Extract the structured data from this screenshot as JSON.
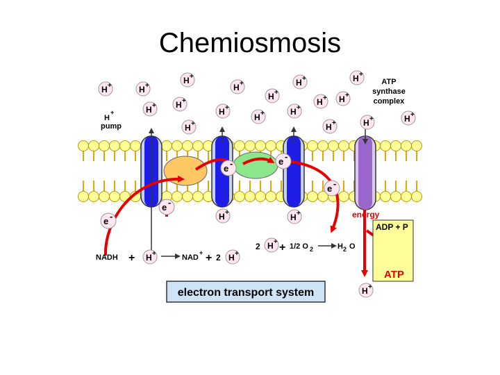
{
  "title": "Chemiosmosis",
  "labels": {
    "h": "H",
    "plus": "+",
    "e": "e",
    "minus": "-",
    "atp_synthase_1": "ATP",
    "atp_synthase_2": "synthase",
    "atp_synthase_3": "complex",
    "h_pump": "pump",
    "nadh": "NADH",
    "nad": "NAD",
    "two": "2",
    "half_o2": "1/2 O",
    "sub2": "2",
    "h2o_h": "H",
    "h2o_o": "O",
    "energy": "energy",
    "adp_p": "ADP + P",
    "atp": "ATP",
    "ets": "electron transport system"
  },
  "colors": {
    "membrane_head": "#ffff99",
    "membrane_tail": "#e6a800",
    "protein_blue": "#1e1ee6",
    "protein_light": "#c8d2f5",
    "synthase_purple": "#9966cc",
    "synthase_light": "#dcc8f0",
    "complex_orange": "#ffc864",
    "complex_green": "#8ce68c",
    "arrow_red": "#e60000",
    "box_yellow": "#ffff99",
    "ets_box": "#cfe3f7",
    "ion_pink": "#ffe6f0"
  },
  "icons": {
    "ion": "hydrogen-ion-circle",
    "electron": "electron-circle",
    "protein": "transmembrane-protein",
    "synthase": "atp-synthase",
    "arrow": "arrow"
  }
}
